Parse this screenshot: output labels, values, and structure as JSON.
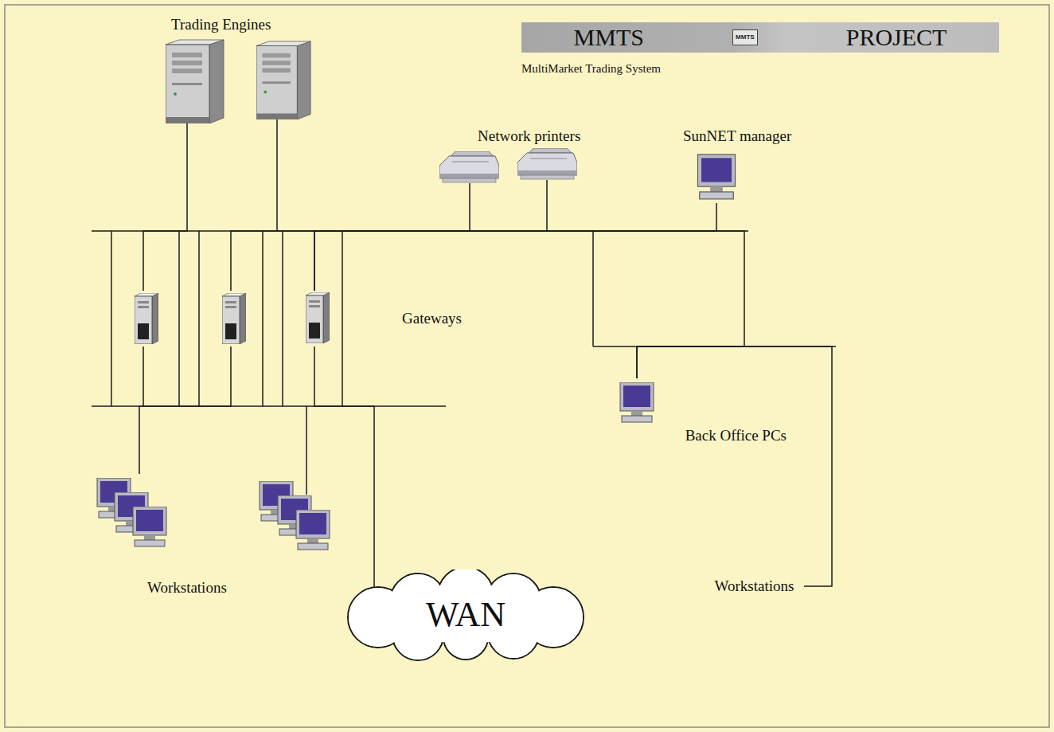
{
  "diagram": {
    "nodes": [
      {
        "text": [
          "MMTS",
          "MMTS",
          "PROJECT"
        ]
      },
      {
        "text": [
          "Trading Engines"
        ]
      },
      {
        "text": [
          "Network printers"
        ]
      },
      {
        "text": [
          "SunNET manager"
        ]
      },
      {
        "text": [
          "Gateways"
        ]
      },
      {
        "text": [
          "Back Office PCs"
        ]
      },
      {
        "text": [
          "Workstations"
        ]
      },
      {
        "text": [
          "WAN"
        ]
      },
      {
        "text": [
          "Workstations"
        ]
      }
    ],
    "edges": [
      {
        "from": 1,
        "to": 4,
        "arrow": "none"
      },
      {
        "from": 2,
        "to": 4,
        "arrow": "none"
      },
      {
        "from": 3,
        "to": 4,
        "arrow": "none"
      },
      {
        "from": 4,
        "to": 6,
        "arrow": "none"
      },
      {
        "from": 4,
        "to": 7,
        "arrow": "none"
      },
      {
        "from": 4,
        "to": 5,
        "arrow": "none"
      },
      {
        "from": 5,
        "to": 8,
        "arrow": "none"
      }
    ],
    "labels": [
      "MultiMarket Trading System"
    ]
  }
}
